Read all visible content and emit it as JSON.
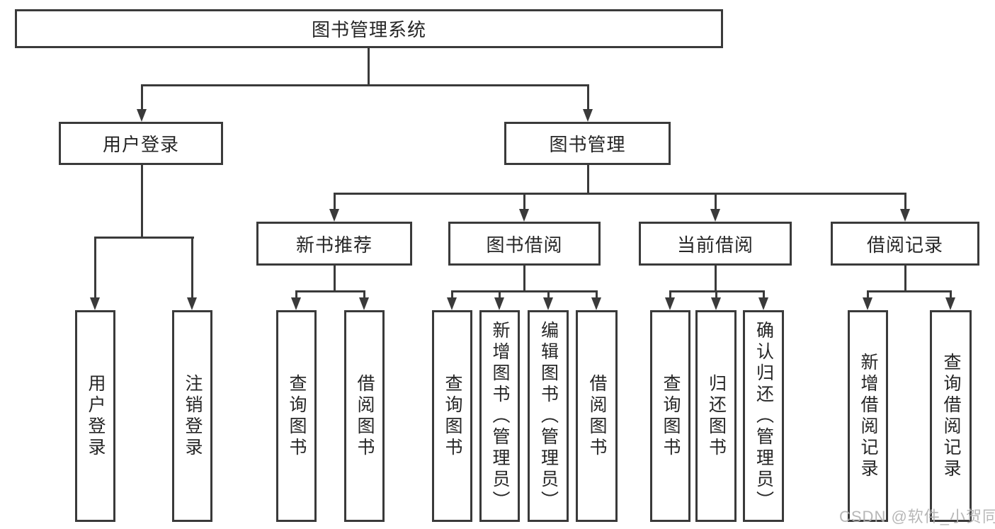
{
  "page": {
    "background": "#ffffff"
  },
  "colors": {
    "line": "#3a3a3a",
    "text": "#262626",
    "watermark": "#b0b0b0"
  },
  "watermark": "CSDN @软件_小贺同学",
  "tree": {
    "label": "图书管理系统",
    "children": [
      {
        "label": "用户登录",
        "children": [
          {
            "label": "用户登录"
          },
          {
            "label": "注销登录"
          }
        ]
      },
      {
        "label": "图书管理",
        "children": [
          {
            "label": "新书推荐",
            "children": [
              {
                "label": "查询图书"
              },
              {
                "label": "借阅图书"
              }
            ]
          },
          {
            "label": "图书借阅",
            "children": [
              {
                "label": "查询图书"
              },
              {
                "label": "新增图书（管理员）"
              },
              {
                "label": "编辑图书（管理员）"
              },
              {
                "label": "借阅图书"
              }
            ]
          },
          {
            "label": "当前借阅",
            "children": [
              {
                "label": "查询图书"
              },
              {
                "label": "归还图书"
              },
              {
                "label": "确认归还（管理员）"
              }
            ]
          },
          {
            "label": "借阅记录",
            "children": [
              {
                "label": "新增借阅记录"
              },
              {
                "label": "查询借阅记录"
              }
            ]
          }
        ]
      }
    ]
  }
}
